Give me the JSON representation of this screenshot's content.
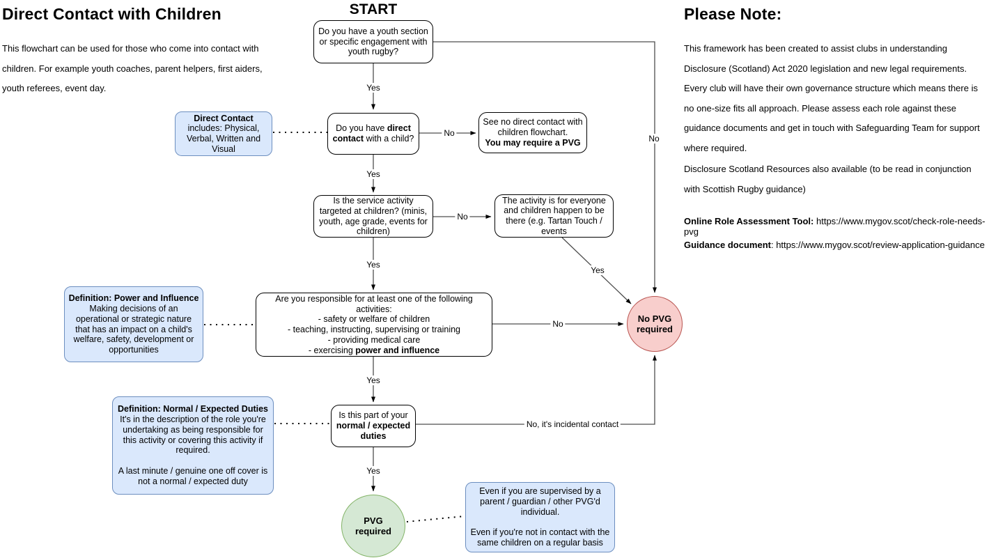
{
  "colors": {
    "note_fill": "#dae8fc",
    "note_border": "#6c8ebf",
    "no_pvg_fill": "#f8cecc",
    "no_pvg_border": "#b85450",
    "pvg_fill": "#d5e8d4",
    "pvg_border": "#82b366"
  },
  "left_panel": {
    "title": "Direct Contact with Children",
    "description": "This flowchart can be used for those who come into contact with children. For example youth coaches, parent helpers, first aiders, youth referees, event day."
  },
  "flowchart": {
    "start_label": "START",
    "nodes": {
      "youth_section": {
        "text": "Do you have a youth section or specific engagement with youth rugby?"
      },
      "direct_contact_note": {
        "bold": "Direct Contact",
        "rest": " includes: Physical, Verbal, Written and Visual"
      },
      "direct_contact": {
        "pre": "Do you have ",
        "bold": "direct contact",
        "post": " with a child?"
      },
      "no_direct_result": {
        "line1": "See no direct contact with children flowchart.",
        "line2": "You may require a PVG"
      },
      "targeted": {
        "text": "Is the service activity targeted at children? (minis, youth, age grade, events for children)"
      },
      "everyone": {
        "text": "The activity is for everyone and children happen to be there (e.g. Tartan Touch / events"
      },
      "power_definition": {
        "title": "Definition: Power and Influence",
        "body": "Making decisions of an operational or strategic nature that has an impact on a child's welfare, safety, development or opportunities"
      },
      "responsible": {
        "line1": "Are you responsible for at least one of the following activities:",
        "line2": "- safety or welfare of children",
        "line3": "- teaching, instructing, supervising or training",
        "line4": "- providing medical care",
        "line5_pre": "- exercising ",
        "line5_bold": "power and influence"
      },
      "duties_definition": {
        "title": "Definition: Normal / Expected Duties",
        "body1": "It's in the description of the role you're undertaking as being responsible for this activity or covering this activity if required.",
        "body2": "A last minute / genuine one off cover is not a normal / expected duty"
      },
      "duties": {
        "pre": "Is this part of your ",
        "bold": "normal / expected duties"
      },
      "no_pvg": {
        "text": "No PVG required"
      },
      "pvg": {
        "text": "PVG required"
      },
      "pvg_note": {
        "body1": "Even if you are supervised by a parent / guardian / other PVG'd individual.",
        "body2": "Even if you're not in contact with the same children on a regular basis"
      }
    },
    "edge_labels": {
      "yes": "Yes",
      "no": "No",
      "incidental": "No, it's incidental contact"
    }
  },
  "right_panel": {
    "title": "Please Note:",
    "paragraph1": "This framework has been created to assist clubs in understanding Disclosure (Scotland) Act 2020 legislation and new legal requirements. Every club will have their own governance structure which means there is no one-size fits all approach. Please assess each role against these guidance documents and get in touch with Safeguarding Team for support where required.",
    "paragraph2": "Disclosure Scotland Resources also available (to be read in conjunction with Scottish Rugby guidance)",
    "tool_label": "Online Role Assessment Tool:",
    "tool_url": " https://www.mygov.scot/check-role-needs-pvg",
    "guidance_label": "Guidance document",
    "guidance_url": ": https://www.mygov.scot/review-application-guidance"
  }
}
